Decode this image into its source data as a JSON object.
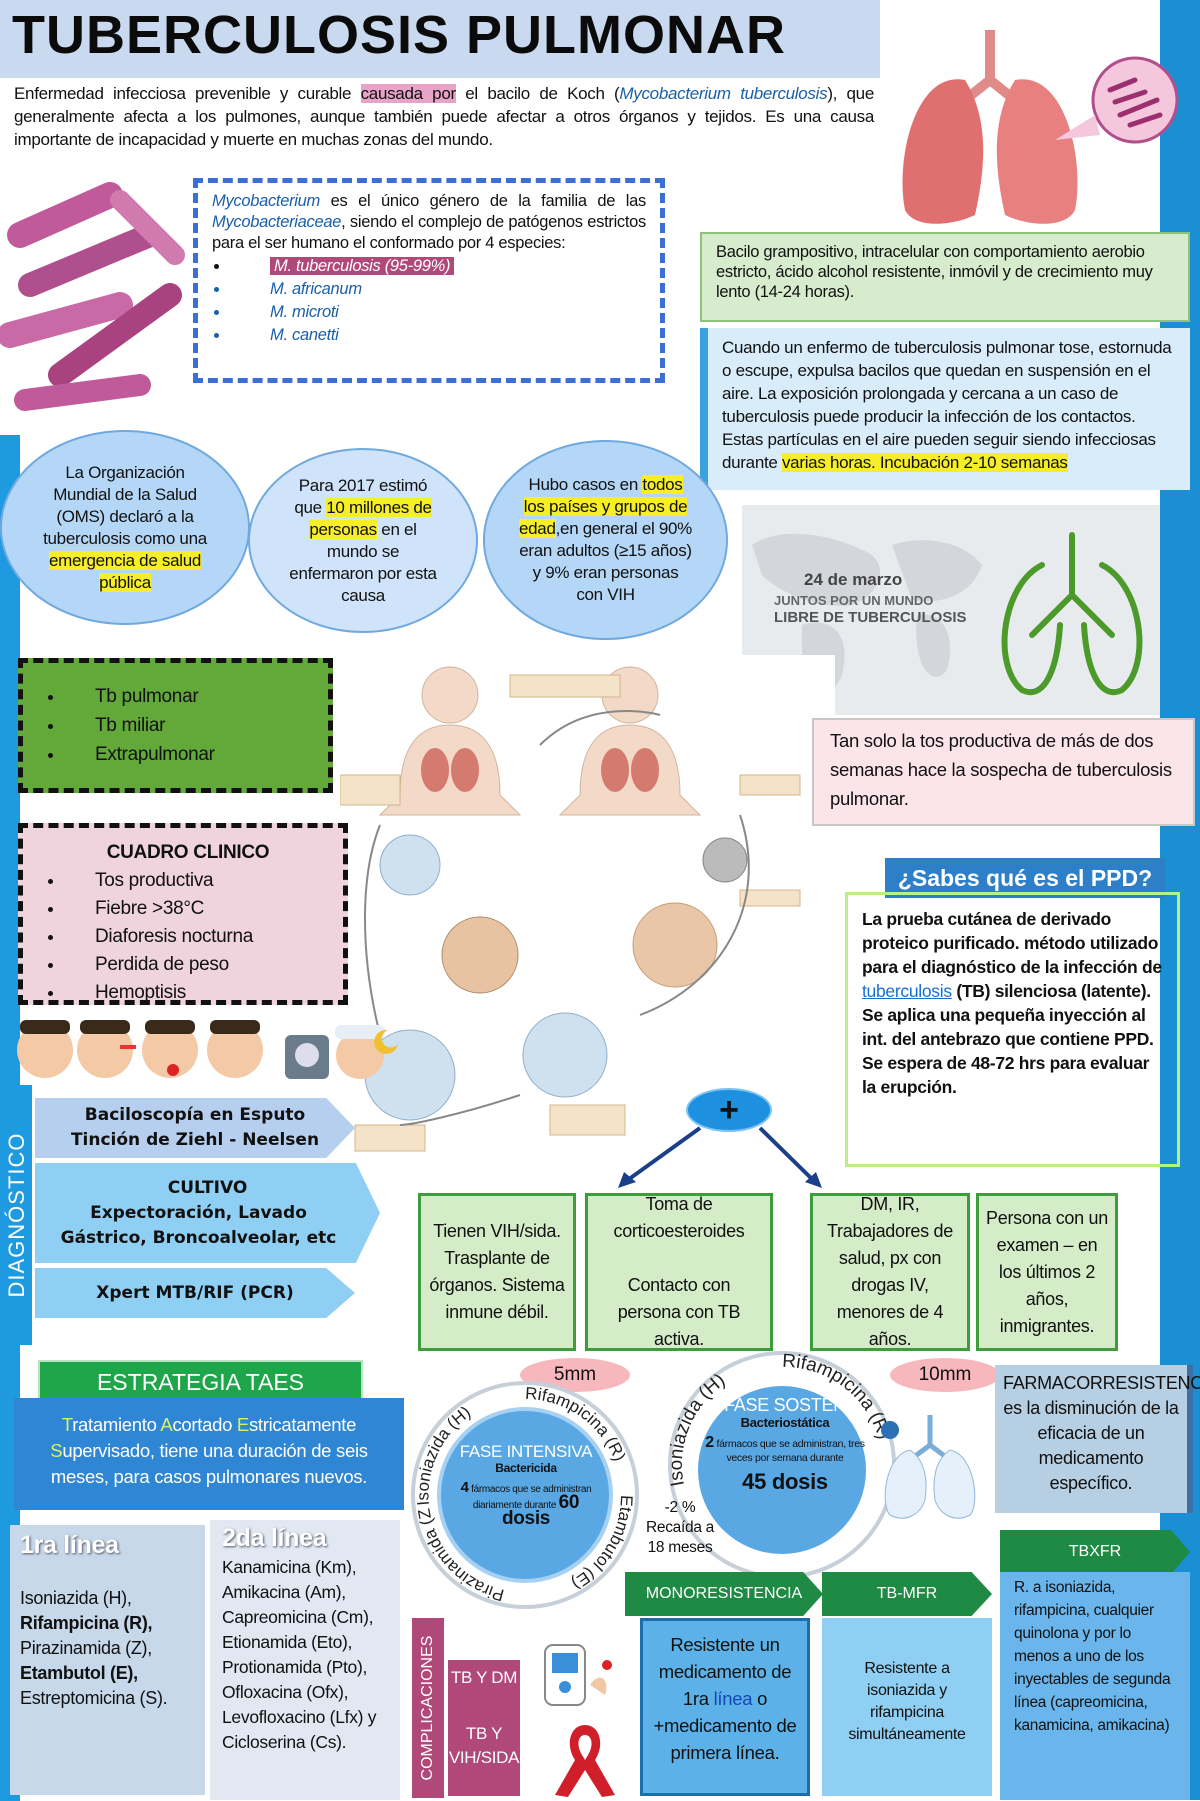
{
  "header": {
    "title": "TUBERCULOSIS PULMONAR",
    "intro_a": "Enfermedad infecciosa prevenible y curable ",
    "intro_hl": "causada por",
    "intro_b": " el bacilo de Koch (",
    "intro_species": "Mycobacterium tuberculosis",
    "intro_c": "), que generalmente afecta a los pulmones, aunque también puede afectar a otros órganos y tejidos. Es una causa importante de incapacidad y muerte en muchas zonas del mundo."
  },
  "genus": {
    "genus_name": "Mycobacterium",
    "text_a": " es el único género de la familia de las ",
    "family_name": "Mycobacteriaceae",
    "text_b": ", siendo el complejo de patógenos estrictos para el ser humano el conformado por 4 especies:",
    "species": [
      "M. tuberculosis (95-99%)",
      "M. africanum",
      "M. microti",
      "M. canetti"
    ]
  },
  "bacillus_info": "Bacilo grampositivo, intracelular con comportamiento aerobio estricto, ácido alcohol resistente, inmóvil y de crecimiento muy lento (14-24 horas).",
  "transmission": {
    "text": "Cuando un enfermo de tuberculosis pulmonar tose, estornuda o escupe, expulsa bacilos que quedan en suspensión en el aire. La exposición prolongada y cercana a un caso de tuberculosis puede producir la infección de los contactos. Estas partículas en el aire pueden seguir siendo infecciosas durante ",
    "highlight": "varias horas.  Incubación 2-10  semanas"
  },
  "ovals": {
    "oms_a": "La Organización Mundial de la Salud (OMS) declaró a la tuberculosis como una ",
    "oms_hl": "emergencia de salud pública",
    "y2017_a": "Para 2017 estimó que ",
    "y2017_hl": "10 millones de personas",
    "y2017_b": " en el mundo se enfermaron por esta causa",
    "cases_a": "Hubo casos en ",
    "cases_hl": "todos los países y grupos de edad",
    "cases_b": ",en general el 90% eran adultos (≥15 años) y  9% eran personas con VIH"
  },
  "poster": {
    "date": "24 de marzo",
    "line1": "JUNTOS POR UN MUNDO",
    "line2": "LIBRE DE TUBERCULOSIS"
  },
  "forms": [
    "Tb pulmonar",
    "Tb miliar",
    "Extrapulmonar"
  ],
  "cough_note": "Tan solo la tos productiva de más de dos semanas hace la sospecha de tuberculosis pulmonar.",
  "clinical": {
    "title": "CUADRO CLINICO",
    "items": [
      "Tos productiva",
      "Fiebre >38°C",
      "Diaforesis nocturna",
      "Perdida de peso",
      "Hemoptisis"
    ]
  },
  "ppd": {
    "title": "¿Sabes qué es el PPD?",
    "text_a": "La prueba cutánea de derivado proteico purificado. método utilizado para el diagnóstico de la infección de ",
    "link": "tuberculosis",
    "text_b": " (TB) silenciosa (latente).",
    "text_c": "Se aplica una pequeña inyección al int. del antebrazo que contiene PPD. Se espera de 48-72 hrs para evaluar la erupción."
  },
  "diagnosis": {
    "side_label": "DIAGNÓSTICO",
    "item1": "Baciloscopía en Esputo\nTinción de Ziehl - Neelsen",
    "item2_title": "CULTIVO",
    "item2_body": "Expectoración, Lavado Gástrico, Broncoalveolar, etc",
    "item3": "Xpert MTB/RIF (PCR)"
  },
  "plus_sign": "+",
  "risk_groups": [
    "Tienen VIH/sida. Trasplante de órganos. Sistema inmune débil.",
    "Toma de corticoesteroides\n\nContacto con persona con TB activa.",
    "DM, IR, Trabajadores de salud, px con drogas IV, menores de 4 años.",
    "Persona  con un examen – en los últimos 2 años, inmigrantes."
  ],
  "induration": {
    "low": "5mm",
    "high": "10mm"
  },
  "taes": {
    "title": "ESTRATEGIA TAES",
    "initials": [
      "T",
      "A",
      "E",
      "S"
    ],
    "words": [
      "ratamiento ",
      "cortado ",
      "stricatamente\n",
      "upervisado"
    ],
    "tail": ", tiene una duración de seis meses, para casos pulmonares nuevos."
  },
  "first_line": {
    "title": "1ra línea",
    "items": [
      {
        "text": "Isoniazida (H),",
        "bold": false
      },
      {
        "text": "Rifampicina (R),",
        "bold": true
      },
      {
        "text": "Pirazinamida (Z),",
        "bold": false
      },
      {
        "text": "Etambutol (E),",
        "bold": true
      },
      {
        "text": "Estreptomicina (S).",
        "bold": false
      }
    ]
  },
  "second_line": {
    "title": "2da línea",
    "items": [
      "Kanamicina (Km),",
      "Amikacina (Am),",
      "Capreomicina (Cm),",
      "Etionamida (Eto),",
      "Protionamida (Pto),",
      "Ofloxacina (Ofx),",
      "Levofloxacino (Lfx) y",
      "Cicloserina (Cs)."
    ]
  },
  "phase_intensive": {
    "ring": [
      "Isoniazida (H)",
      "Rifampicina (R)",
      "Etambutol (E)",
      "Pirazinamida (Z)"
    ],
    "title": "FASE INTENSIVA",
    "type": "Bactericida",
    "drugs_num": "4",
    "drugs_text": "fármacos que se administran diariamente durante",
    "doses": "60 dosis"
  },
  "phase_maintenance": {
    "ring": [
      "Isoniazida (H)",
      "Rifampicina (R)"
    ],
    "title": "FASE SOSTÉN",
    "type": "Bacteriostática",
    "drugs_num": "2",
    "drugs_text": "fármacos que se administran, tres veces por semana durante",
    "doses": "45 dosis"
  },
  "relapse": "-2 %\nRecaída a 18 meses",
  "farmacoresistencia": "FARMACORRESISTENCIA: es la disminución de la eficacia de un medicamento específico.",
  "complications": {
    "side_label": "COMPLICACIONES",
    "c1": "TB Y DM",
    "c2": "TB Y VIH/SIDA"
  },
  "resistance": {
    "mono_title": "MONORESISTENCIA",
    "mono_a": "Resistente un medicamento de 1ra ",
    "mono_link": "línea",
    "mono_b": " o +medicamento de primera línea.",
    "mfr_title": "TB-MFR",
    "mfr_text": "Resistente a isoniazida y rifampicina simultáneamente",
    "xfr_title": "TBXFR",
    "xfr_text": "R. a isoniazida, rifampicina, cualquier quinolona y por lo menos a uno de los inyectables de segunda línea (capreomicina, kanamicina, amikacina)"
  },
  "colors": {
    "accent_blue": "#1e9be0",
    "accent_green": "#1e8a43",
    "accent_magenta": "#b0487a",
    "highlight": "#f7ee2a"
  }
}
